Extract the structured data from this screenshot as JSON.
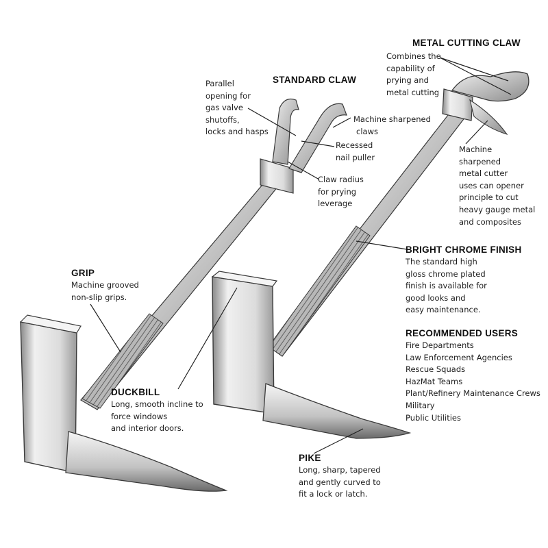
{
  "standard_claw": {
    "heading": "STANDARD CLAW",
    "parallel_opening": [
      "Parallel",
      "opening for",
      "gas valve",
      "shutoffs,",
      "locks and hasps"
    ],
    "machine_sharpened_claws": [
      "Machine sharpened",
      "claws"
    ],
    "recessed_nail_puller": [
      "Recessed",
      "nail puller"
    ],
    "claw_radius": [
      "Claw radius",
      "for prying",
      "leverage"
    ]
  },
  "metal_cutting_claw": {
    "heading": "METAL CUTTING CLAW",
    "combines": [
      "Combines the",
      "capability of",
      "prying and",
      "metal cutting"
    ],
    "machine_cutter": [
      "Machine",
      "sharpened",
      "metal cutter",
      "uses can opener",
      "principle to cut",
      "heavy gauge metal",
      "and composites"
    ]
  },
  "bright_chrome_finish": {
    "heading": "BRIGHT CHROME FINISH",
    "lines": [
      "The standard high",
      "gloss chrome plated",
      "finish is available for",
      "good looks and",
      "easy maintenance."
    ]
  },
  "recommended_users": {
    "heading": "RECOMMENDED USERS",
    "lines": [
      "Fire Departments",
      "Law Enforcement Agencies",
      "Rescue Squads",
      "HazMat Teams",
      "Plant/Refinery Maintenance Crews",
      "Military",
      "Public Utilities"
    ]
  },
  "grip": {
    "heading": "GRIP",
    "lines": [
      "Machine grooved",
      "non-slip grips."
    ]
  },
  "duckbill": {
    "heading": "DUCKBILL",
    "lines": [
      "Long, smooth incline to",
      "force windows",
      "and interior doors."
    ]
  },
  "pike": {
    "heading": "PIKE",
    "lines": [
      "Long, sharp, tapered",
      "and gently curved to",
      "fit a lock or latch."
    ]
  },
  "colors": {
    "steel_light": "#f2f2f2",
    "steel_mid": "#bdbdbd",
    "steel_dark": "#6f6f6f",
    "outline": "#3a3a3a",
    "text": "#1d1d1d"
  }
}
